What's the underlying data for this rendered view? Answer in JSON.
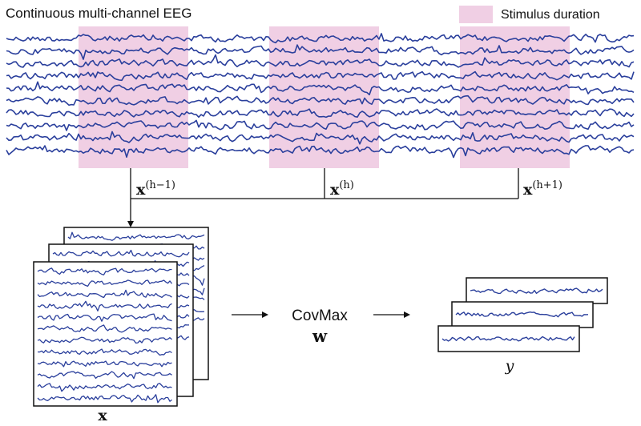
{
  "title": "Continuous multi-channel EEG",
  "legend": {
    "label": "Stimulus duration",
    "color": "#f0cfe4"
  },
  "colors": {
    "signal": "#2a3f9c",
    "frame": "#111111",
    "stimulus": "#f0cfe4"
  },
  "epoch_labels": [
    {
      "base": "x",
      "sup": "(h−1)"
    },
    {
      "base": "x",
      "sup": "(h)"
    },
    {
      "base": "x",
      "sup": "(h+1)"
    }
  ],
  "process": {
    "name": "CovMax",
    "weight": "w"
  },
  "input_label": "x",
  "output_label": "y"
}
